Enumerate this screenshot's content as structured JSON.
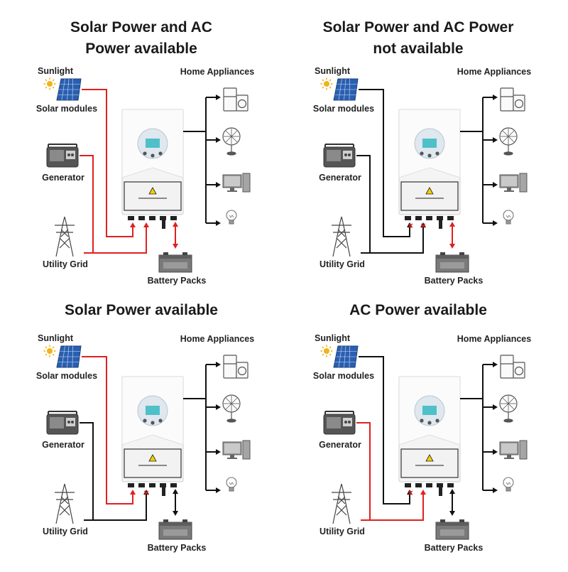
{
  "colors": {
    "active_line": "#e02020",
    "idle_line": "#111111",
    "inverter_body": "#f4f4f4",
    "inverter_panel": "#f2f2f2",
    "fault_mark": "#e02020",
    "solar_panel": "#2a5fb0",
    "sun": "#f2b21a",
    "battery": "#7a7a7a"
  },
  "labels": {
    "sunlight": "Sunlight",
    "solar_modules": "Solar modules",
    "generator": "Generator",
    "utility_grid": "Utility Grid",
    "battery_packs": "Battery Packs",
    "home_appliances": "Home Appliances",
    "fault_mark": "×"
  },
  "icons": {
    "sun": "sun-icon",
    "solar": "solar-panel-icon",
    "generator": "generator-icon",
    "grid": "transmission-tower-icon",
    "battery": "battery-pack-icon",
    "fridge": "fridge-washer-icon",
    "fan": "fan-icon",
    "computer": "computer-icon",
    "bulb": "light-bulb-icon",
    "inverter": "hybrid-inverter-icon"
  },
  "scenarios": [
    {
      "title_lines": [
        "Solar Power and AC",
        "Power available"
      ],
      "solar_active": true,
      "generator_active": true,
      "grid_active": true,
      "battery_active": true,
      "solar_fault": false,
      "ac_fault": false
    },
    {
      "title_lines": [
        "Solar Power and AC Power",
        "not available"
      ],
      "solar_active": false,
      "generator_active": false,
      "grid_active": false,
      "battery_active": true,
      "solar_fault": true,
      "ac_fault": true
    },
    {
      "title_lines": [
        "Solar Power available"
      ],
      "solar_active": true,
      "generator_active": false,
      "grid_active": false,
      "battery_active": false,
      "solar_fault": false,
      "ac_fault": true
    },
    {
      "title_lines": [
        "AC Power available"
      ],
      "solar_active": false,
      "generator_active": true,
      "grid_active": true,
      "battery_active": false,
      "solar_fault": true,
      "ac_fault": false
    }
  ]
}
